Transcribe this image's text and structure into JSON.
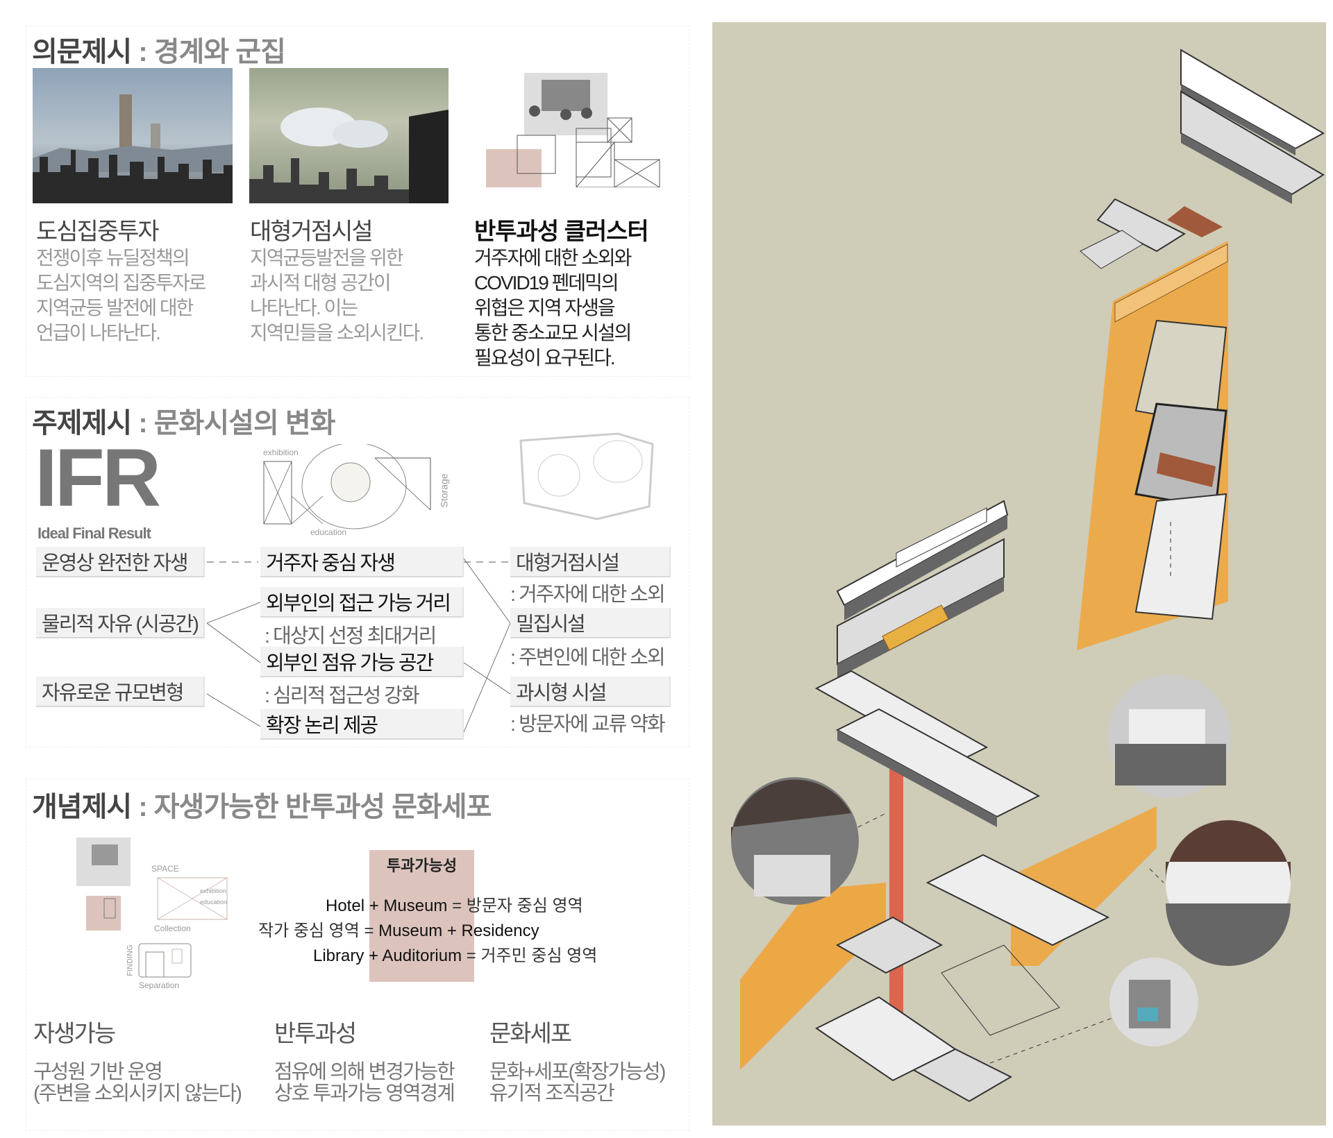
{
  "section1": {
    "title_lead": "의문제시",
    "title_rest": ": 경계와 군집",
    "columns": [
      {
        "heading": "도심집중투자",
        "lines": [
          "전쟁이후 뉴딜정책의",
          "도심지역의 집중투자로",
          "지역균등 발전에 대한",
          "언급이 나타난다."
        ]
      },
      {
        "heading": "대형거점시설",
        "lines": [
          "지역균등발전을 위한",
          "과시적 대형 공간이",
          "나타난다. 이는",
          "지역민들을 소외시킨다."
        ]
      },
      {
        "heading": "반투과성 클러스터",
        "lines": [
          "거주자에 대한 소외와",
          "COVID19 펜데믹의",
          "위협은 지역 자생을",
          "통한 중소교모 시설의",
          "필요성이 요구된다."
        ]
      }
    ]
  },
  "section2": {
    "title_lead": "주제제시",
    "title_rest": ": 문화시설의 변화",
    "ifr": "IFR",
    "ifr_sub": "Ideal Final Result",
    "diagram_labels": {
      "exhibition": "exhibition",
      "education": "education",
      "storage": "Storage"
    },
    "left": [
      "운영상 완전한 자생",
      "물리적 자유 (시공간)",
      "자유로운 규모변형"
    ],
    "middle": [
      {
        "label": "거주자 중심 자생",
        "sub": ""
      },
      {
        "label": "외부인의 접근 가능 거리",
        "sub": ": 대상지 선정 최대거리"
      },
      {
        "label": "외부인 점유 가능 공간",
        "sub": ": 심리적 접근성 강화"
      },
      {
        "label": "확장 논리 제공",
        "sub": ""
      }
    ],
    "right": [
      {
        "label": "대형거점시설",
        "sub": ": 거주자에 대한 소외"
      },
      {
        "label": "밀집시설",
        "sub": ": 주변인에 대한 소외"
      },
      {
        "label": "과시형 시설",
        "sub": ": 방문자에 교류 약화"
      }
    ]
  },
  "section3": {
    "title_lead": "개념제시",
    "title_rest": ": 자생가능한 반투과성 문화세포",
    "diagram_labels": {
      "space": "SPACE",
      "exhibition": "exhibition",
      "education": "education",
      "collection": "Collection",
      "finding": "FINDING",
      "separation": "Separation"
    },
    "permeability_title": "투과가능성",
    "equations": [
      {
        "left": "Hotel + Museum",
        "right": "= 방문자 중심 영역"
      },
      {
        "left": "작가 중심 영역 =",
        "right": "Museum + Residency"
      },
      {
        "left": "Library + Auditorium",
        "right": "= 거주민 중심 영역"
      }
    ],
    "concepts": [
      {
        "heading": "자생가능",
        "lines": [
          "구성원 기반 운영",
          "(주변을 소외시키지 않는다)"
        ]
      },
      {
        "heading": "반투과성",
        "lines": [
          "점유에 의해 변경가능한",
          "상호 투과가능 영역경계"
        ]
      },
      {
        "heading": "문화세포",
        "lines": [
          "문화+세포(확장가능성)",
          "유기적 조직공간"
        ]
      }
    ]
  },
  "colors": {
    "panel_bg": "#cfccb8",
    "orange": "#f0a43a",
    "red": "#e0523a",
    "pink": "#dcc4bd"
  }
}
